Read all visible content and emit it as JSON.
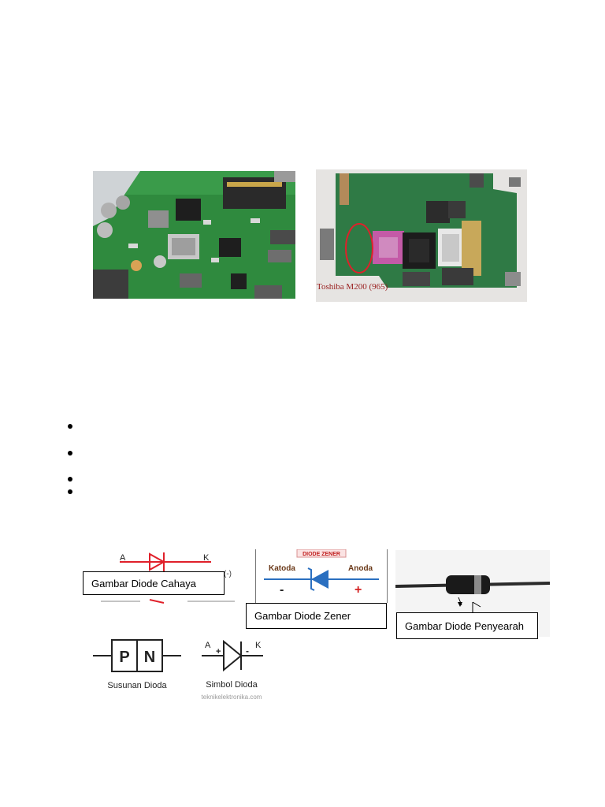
{
  "photos": {
    "left_alt": "",
    "right_caption": "Toshiba M200 (965)"
  },
  "bullets": [
    {},
    {},
    {},
    {}
  ],
  "diagrams": {
    "led": {
      "anode": "A",
      "cathode": "K",
      "minus_marker": "(-)",
      "caption": "Gambar Diode Cahaya"
    },
    "zener": {
      "header": "DIODE ZENER",
      "katoda": "Katoda",
      "anoda": "Anoda",
      "minus": "-",
      "plus": "+",
      "caption": "Gambar Diode Zener"
    },
    "rectifier": {
      "caption": "Gambar Diode Penyearah"
    },
    "pn": {
      "p": "P",
      "n": "N",
      "label": "Susunan Dioda"
    },
    "symbol": {
      "a": "A",
      "plus": "+",
      "minus": "-",
      "k": "K",
      "label": "Simbol Dioda",
      "watermark": "teknikelektronika.com"
    }
  },
  "colors": {
    "pcb_green": "#2f8a3e",
    "led_red": "#e0202a",
    "zener_blue": "#2a6fc0",
    "anode_red": "#d42020"
  }
}
